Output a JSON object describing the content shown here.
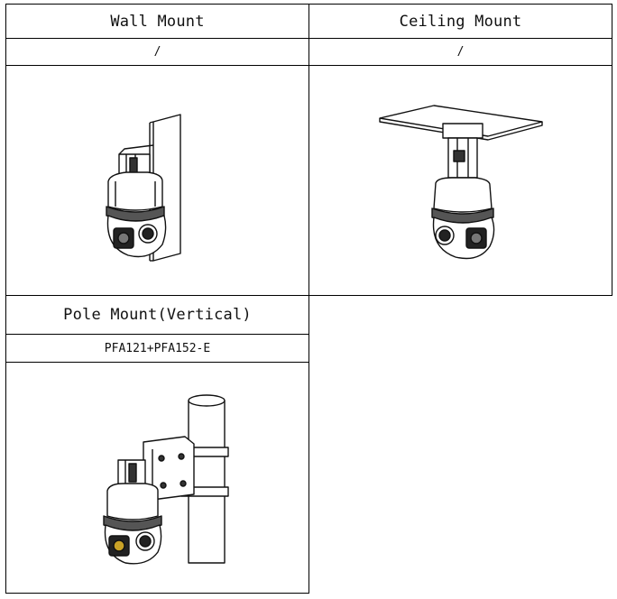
{
  "table": {
    "mounts": [
      {
        "title": "Wall Mount",
        "accessory": "/",
        "icon": "wall-mount-camera-illustration"
      },
      {
        "title": "Ceiling Mount",
        "accessory": "/",
        "icon": "ceiling-mount-camera-illustration"
      },
      {
        "title": "Pole Mount(Vertical)",
        "accessory": "PFA121+PFA152-E",
        "icon": "pole-mount-camera-illustration"
      }
    ]
  }
}
